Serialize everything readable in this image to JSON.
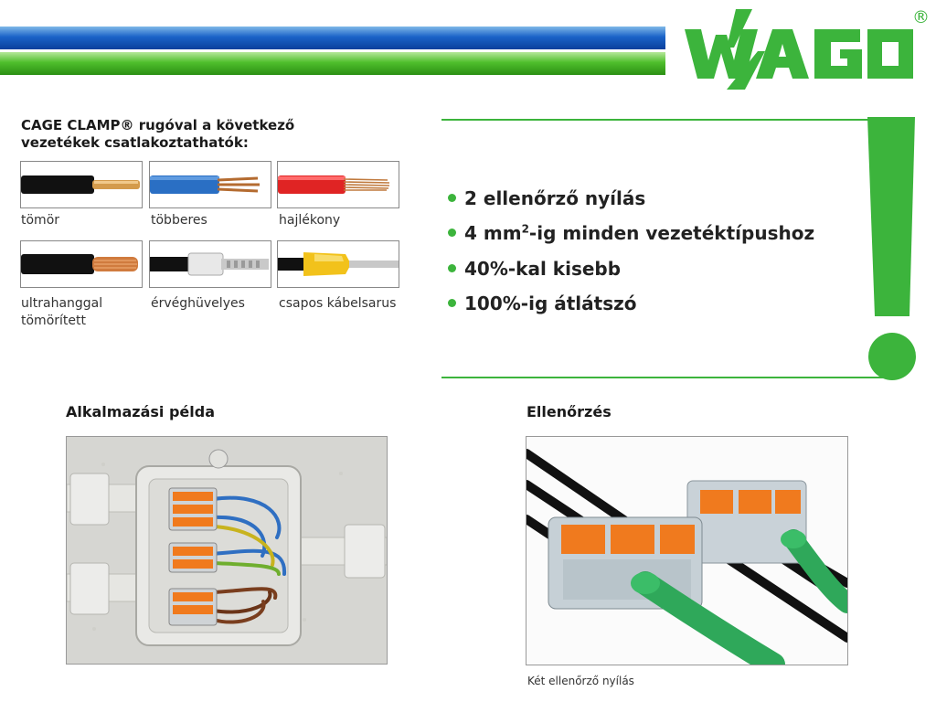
{
  "header": {
    "logo_text": "WAGO",
    "registered_mark": "®",
    "colors": {
      "blue": "#1b63c8",
      "green": "#3cb43c"
    }
  },
  "cage_clamp": {
    "title": "CAGE CLAMP® rugóval a következő vezetékek csatlakoztathatók:",
    "wires": [
      {
        "label": "tömör",
        "icon": "solid-wire"
      },
      {
        "label": "többeres",
        "icon": "stranded-wire"
      },
      {
        "label": "hajlékony",
        "icon": "flexible-wire"
      },
      {
        "label": "ultrahanggal tömörített",
        "icon": "ultrasonic-compacted-wire"
      },
      {
        "label": "érvéghüvelyes",
        "icon": "ferrule-wire"
      },
      {
        "label": "csapos kábelsarus",
        "icon": "pin-terminal-wire"
      }
    ]
  },
  "features": [
    {
      "text": "2 ellenőrző nyílás"
    },
    {
      "pre": "4 mm",
      "sup": "2",
      "post": "-ig minden vezetéktípushoz"
    },
    {
      "text": "40%-kal kisebb"
    },
    {
      "text": "100%-ig átlátszó"
    }
  ],
  "sections": {
    "application_title": "Alkalmazási példa",
    "check_title": "Ellenőrzés",
    "check_caption": "Két ellenőrző nyílás"
  }
}
